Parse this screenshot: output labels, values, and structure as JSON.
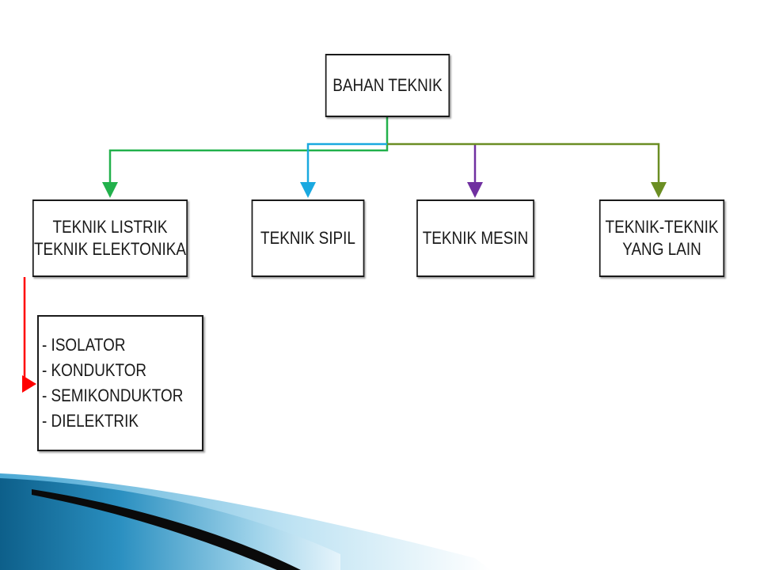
{
  "diagram": {
    "root": {
      "label": "BAHAN TEKNIK"
    },
    "branches": [
      {
        "lines": [
          "TEKNIK LISTRIK",
          "TEKNIK ELEKTONIKA"
        ],
        "connector_color": "#22b14c"
      },
      {
        "lines": [
          "TEKNIK SIPIL"
        ],
        "connector_color": "#1aa9e0"
      },
      {
        "lines": [
          "TEKNIK MESIN"
        ],
        "connector_color": "#7030a0"
      },
      {
        "lines": [
          "TEKNIK-TEKNIK",
          "YANG LAIN"
        ],
        "connector_color": "#6b8e23"
      }
    ],
    "sub_list": {
      "items": [
        "- ISOLATOR",
        "- KONDUKTOR",
        "- SEMIKONDUKTOR",
        "- DIELEKTRIK"
      ],
      "connector_color": "#ff0000"
    }
  }
}
